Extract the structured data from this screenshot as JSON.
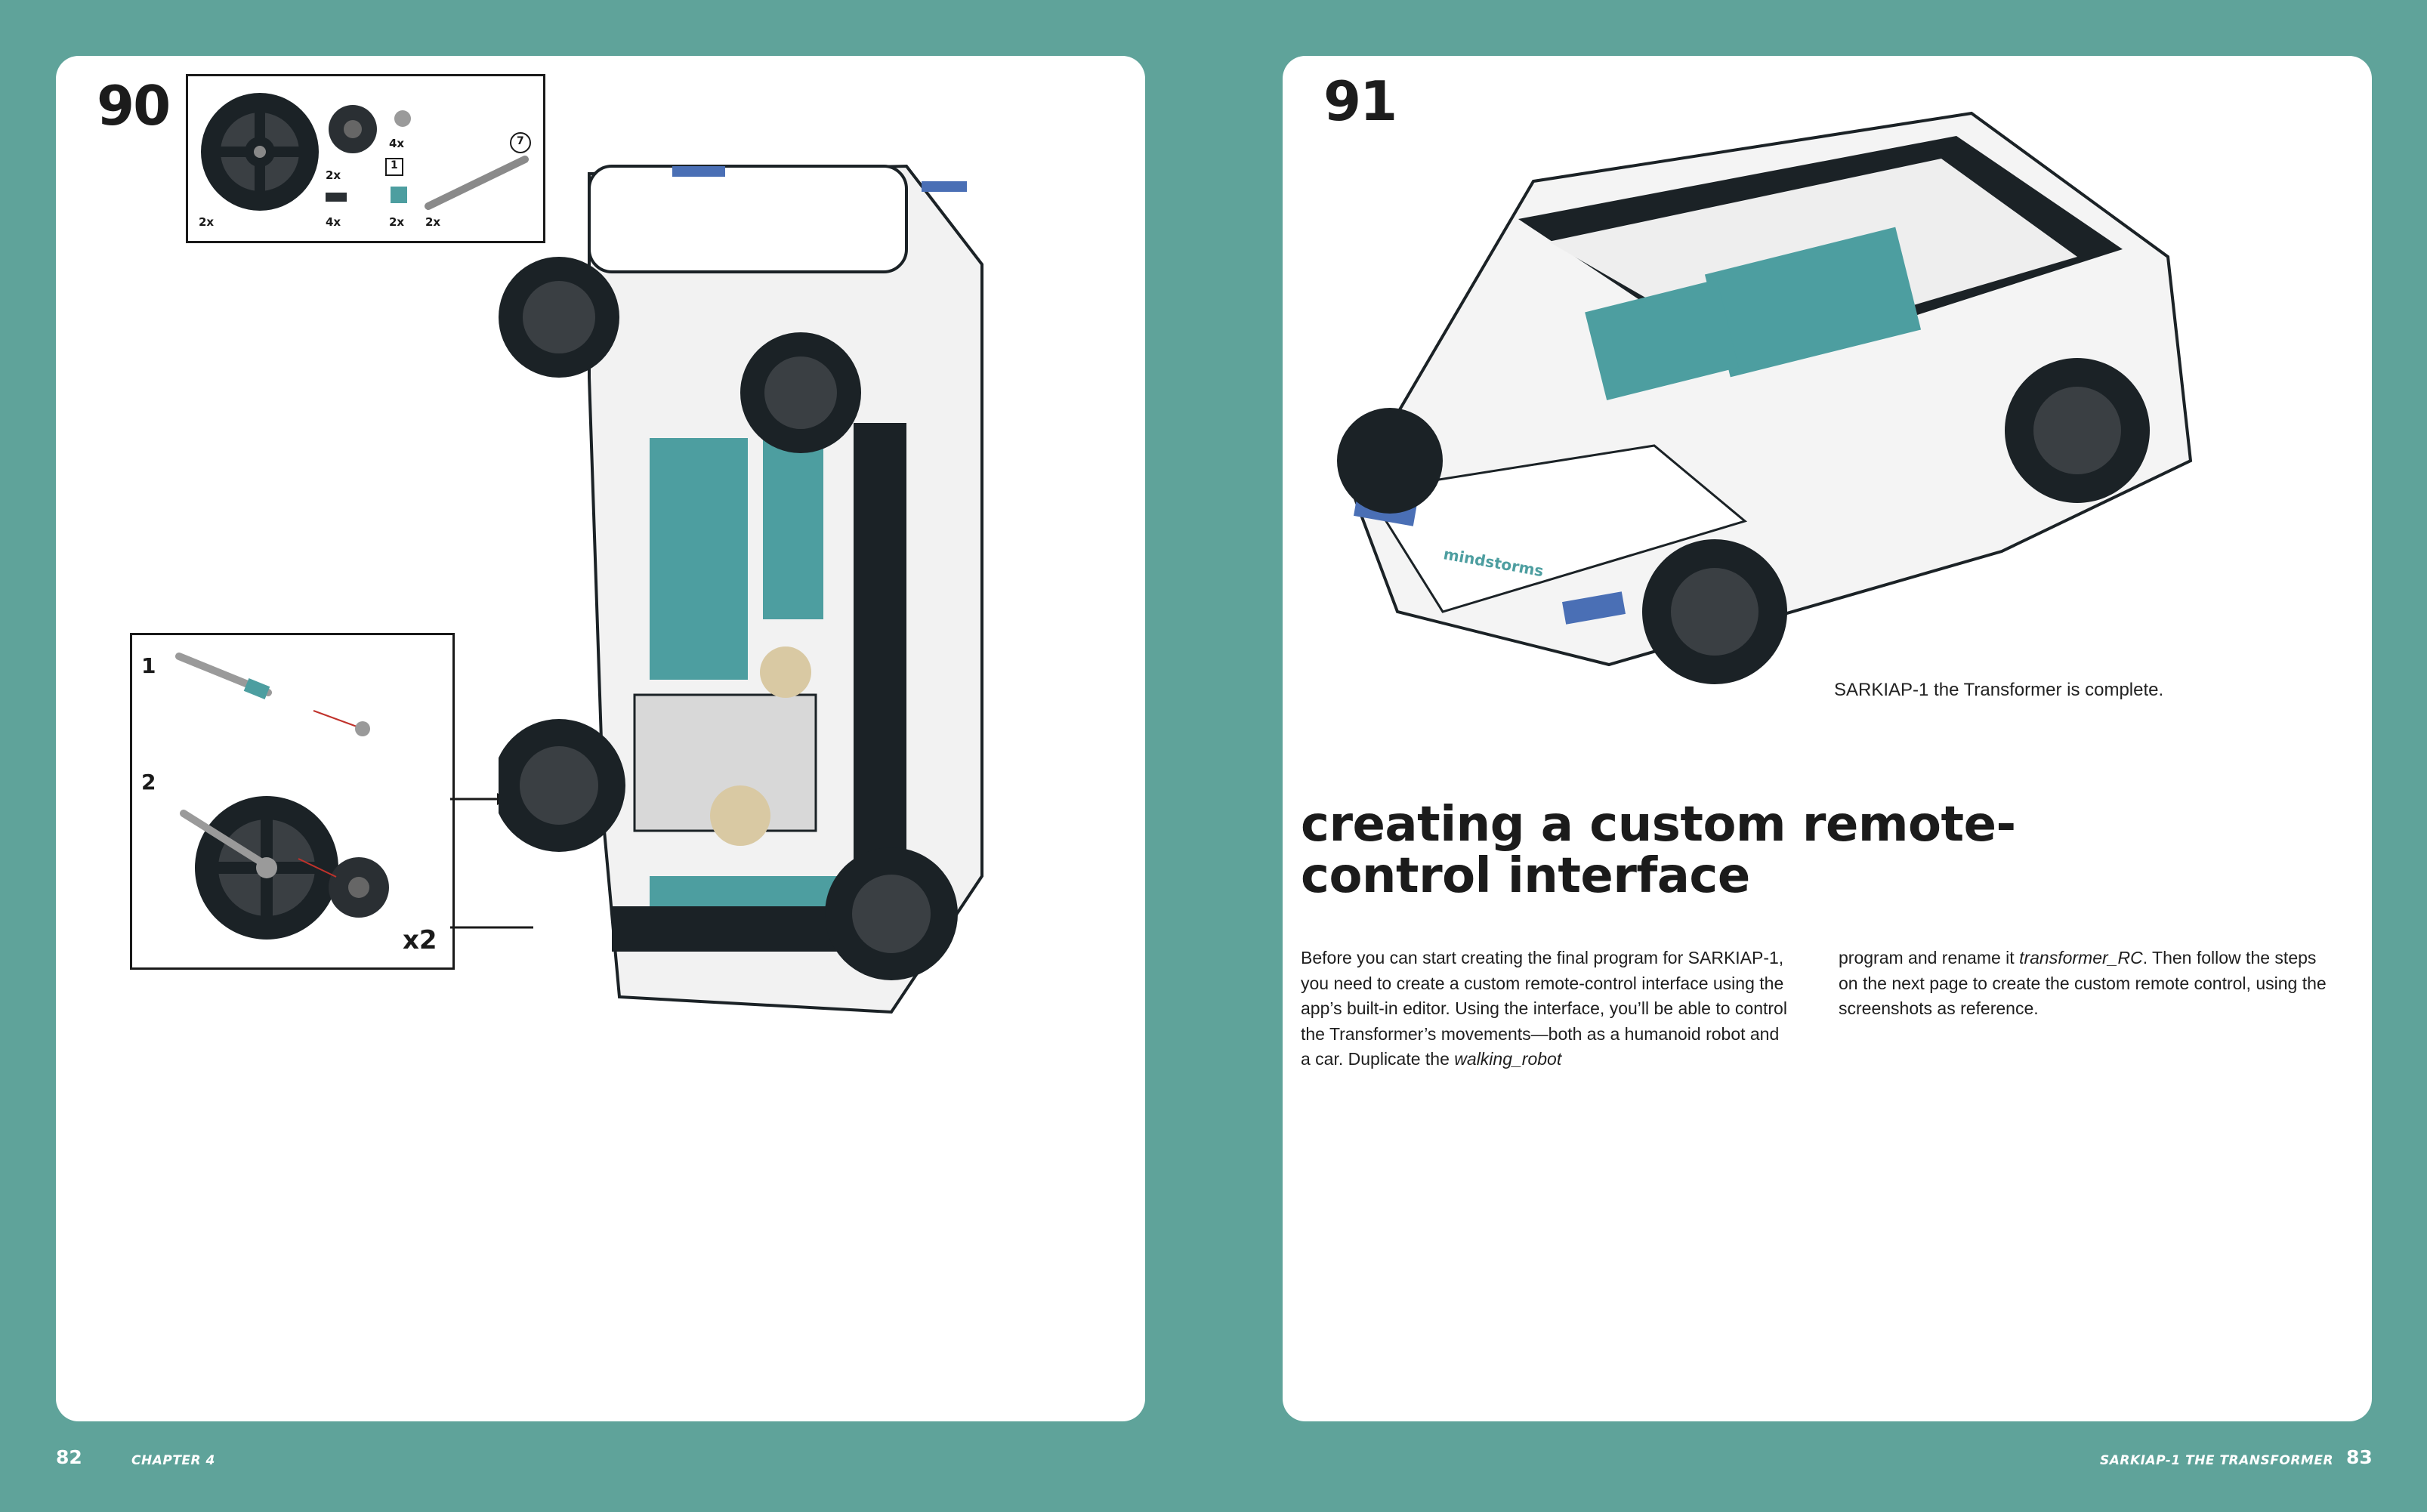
{
  "left_page": {
    "step_number": "90",
    "parts_callout": {
      "quantities": [
        "2x",
        "2x",
        "4x",
        "4x",
        "2x",
        "2x"
      ],
      "length_label": "7",
      "box_label": "1"
    },
    "subassembly": {
      "step1": "1",
      "step2": "2",
      "multiplier": "x2"
    },
    "folio": "82",
    "running_head": "CHAPTER 4"
  },
  "right_page": {
    "step_number": "91",
    "model_branding": "mindstorms",
    "caption": "SARKIAP-1 the Transformer is complete.",
    "heading": "creating a custom remote-control interface",
    "body_col1_parts": [
      "Before you can start creating the final program for SARKIAP-1, you need to create a custom remote-control interface using the app’s built-in editor. Using the interface, you’ll be able to control the Transformer’s movements—both as a humanoid robot and a car. Duplicate the ",
      "walking_robot"
    ],
    "body_col2_parts": [
      "program and rename it ",
      "transformer_RC",
      ". Then follow the steps on the next page to create the custom remote control, using the screenshots as reference."
    ],
    "folio": "83",
    "running_head": "SARKIAP-1 THE TRANSFORMER"
  },
  "colors": {
    "background": "#5fa39a",
    "page": "#ffffff",
    "teal_part": "#4d9ea0",
    "dark_part": "#1b2226",
    "blue_part": "#4a6fb5"
  }
}
